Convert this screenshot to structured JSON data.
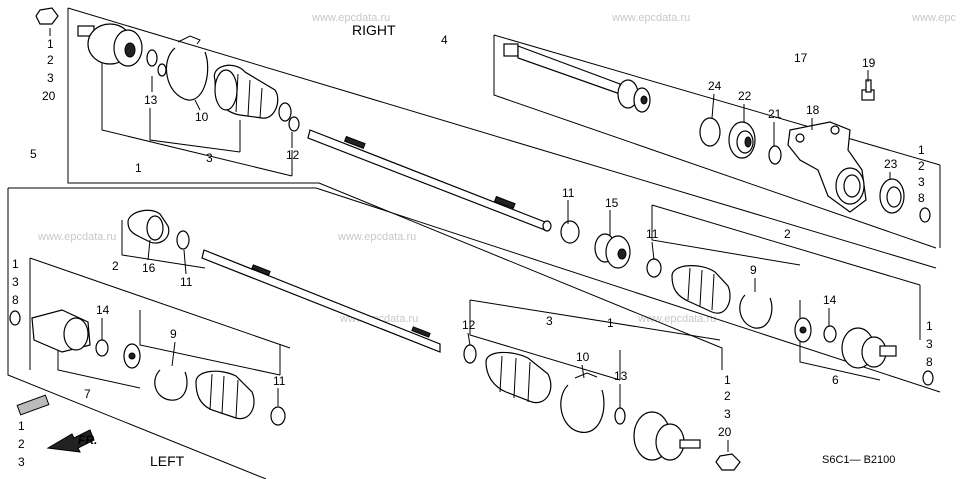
{
  "watermarks": [
    "www.epcdata.ru",
    "www.epcdata.ru",
    "www.epc",
    "www.epcdata.ru",
    "www.epcdata.ru",
    "www.epcdata.ru",
    "www.epcdata.ru"
  ],
  "titles": {
    "right": "RIGHT",
    "left": "LEFT",
    "fr": "FR."
  },
  "diagram_code": "S6C1— B2100",
  "callouts": {
    "tl_stack": [
      "1",
      "2",
      "3",
      "20"
    ],
    "c1_top": "1",
    "c13_top": "13",
    "c10_top": "10",
    "c3_top": "3",
    "c12_top": "12",
    "c4": "4",
    "c5": "5",
    "c17": "17",
    "c19": "19",
    "c24": "24",
    "c22": "22",
    "c21": "21",
    "c18": "18",
    "c23": "23",
    "r_stack": [
      "1",
      "2",
      "3",
      "8"
    ],
    "c11_mid": "11",
    "c15": "15",
    "c11_r": "11",
    "c2_r": "2",
    "c9_r": "9",
    "c14_r": "14",
    "r_stack2": [
      "1",
      "3",
      "8"
    ],
    "c6": "6",
    "c16": "16",
    "c11_l": "11",
    "c2_l": "2",
    "l_stack": [
      "1",
      "3",
      "8"
    ],
    "c14_l": "14",
    "c9_l": "9",
    "c11_lb": "11",
    "c7": "7",
    "bl_stack": [
      "1",
      "2",
      "3"
    ],
    "c12_b": "12",
    "c3_b": "3",
    "c1_b": "1",
    "c10_b": "10",
    "c13_b": "13",
    "br_stack": [
      "1",
      "2",
      "3",
      "20"
    ]
  }
}
